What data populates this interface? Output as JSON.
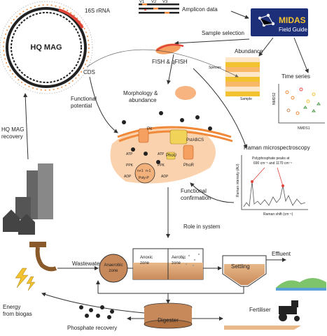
{
  "mag": {
    "title": "HQ MAG",
    "rrna": "16S rRNA",
    "cds": "CDS"
  },
  "amplicon": {
    "v1": "V1",
    "v2": "V2",
    "v3": "V3",
    "label": "Amplicon data"
  },
  "midas": {
    "brand": "MIDAS",
    "sub": "Field Guide"
  },
  "sample_selection": "Sample selection",
  "abundance": {
    "title": "Abundance",
    "species": "Species",
    "sample": "Sample"
  },
  "fish": "FISH & qFISH",
  "time_series": {
    "title": "Time series",
    "y": "NMDS2",
    "x": "NMDS1"
  },
  "morphology": [
    "Morphology &",
    "abundance"
  ],
  "functional_potential": [
    "Functional",
    "potential"
  ],
  "cell": {
    "pit": "Pit",
    "pstabcs": "PstABCS",
    "phou": "PhoU",
    "phor": "PhoR",
    "atp_left": "ATP",
    "atp_right": "ATP",
    "adp_left": "ADP",
    "adp_right": "ADP",
    "ppk_left": "PPK",
    "ppk_right": "PPK",
    "poly": "Poly-P",
    "n1": "n+1",
    "n2": "n-1"
  },
  "raman": {
    "title": "Raman microspectroscopy",
    "peaks": [
      "Polyphosphate peaks at",
      "690 cm⁻¹ and 1170 cm⁻¹"
    ],
    "y": "Raman intensity (AU)",
    "x": "Raman shift (cm⁻¹)"
  },
  "functional_confirmation": [
    "Functional",
    "confirmation"
  ],
  "hq_recovery": [
    "HQ MAG",
    "recovery"
  ],
  "role": "Role in system",
  "wastewater": "Wastewater",
  "anaerobic": [
    "Anaerobic",
    "zone"
  ],
  "anoxic": [
    "Anoxic",
    "zone"
  ],
  "aerobic": [
    "Aerobic",
    "zone"
  ],
  "settling": "Settling",
  "effluent": "Effluent",
  "energy": [
    "Energy",
    "from biogas"
  ],
  "digester": "Digester",
  "fertiliser": "Fertiliser",
  "phosphate": "Phosphate recovery",
  "colors": {
    "accent": "#f5a060",
    "red": "#e0453a",
    "orange": "#f08a3a",
    "midas": "#1e2f7a",
    "gold": "#f2c230",
    "cell": "#fbd2ae",
    "brown": "#c8895a"
  }
}
